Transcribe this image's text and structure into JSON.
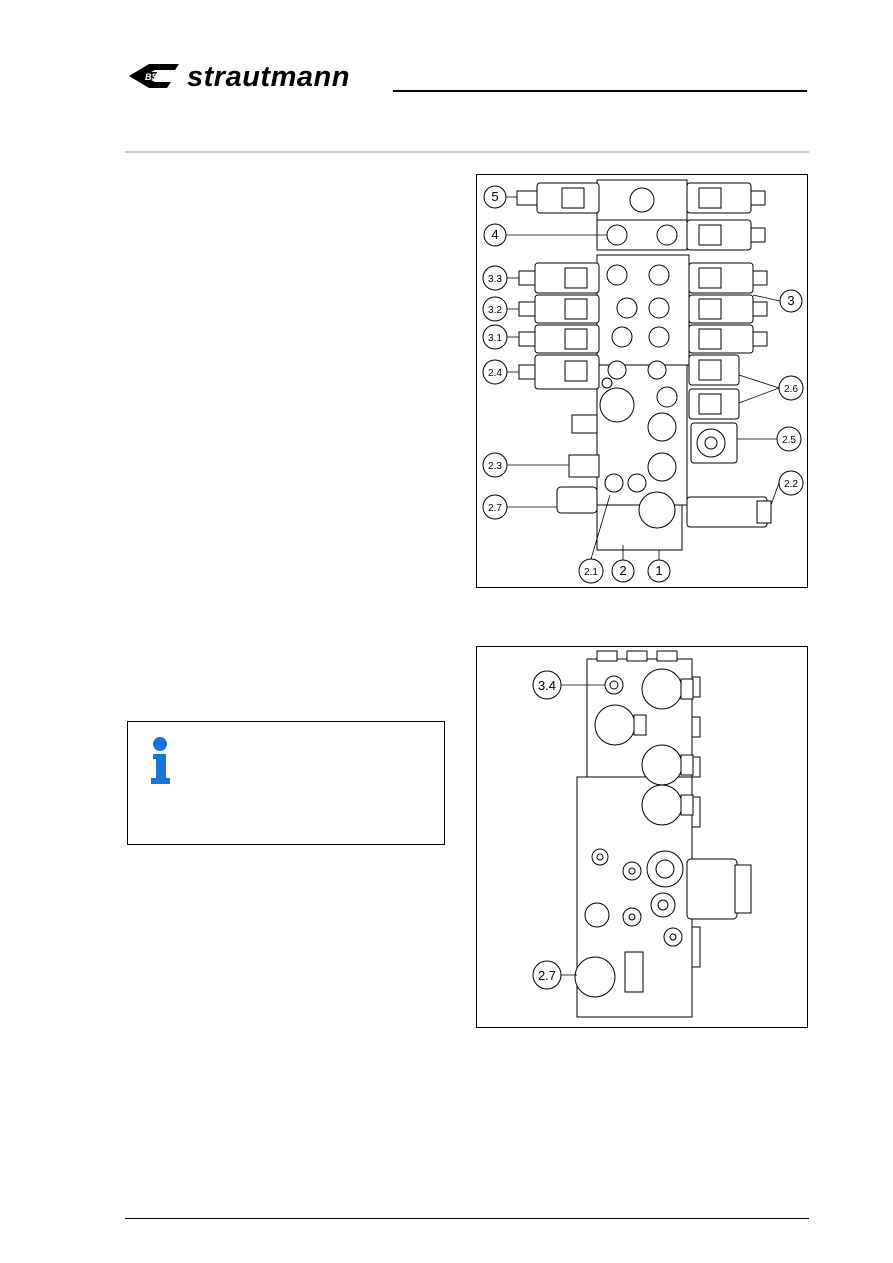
{
  "header": {
    "brand_name": "strautmann",
    "brand_badge": "BSL"
  },
  "figure1": {
    "callouts": [
      "5",
      "4",
      "3.3",
      "3.2",
      "3.1",
      "2.4",
      "2.3",
      "2.7",
      "3",
      "2.6",
      "2.5",
      "2.2",
      "2.1",
      "2",
      "1"
    ]
  },
  "figure2": {
    "callouts": [
      "3.4",
      "2.7"
    ]
  },
  "info_box": {
    "icon": "info-icon",
    "accent_color": "#1a73d9"
  }
}
